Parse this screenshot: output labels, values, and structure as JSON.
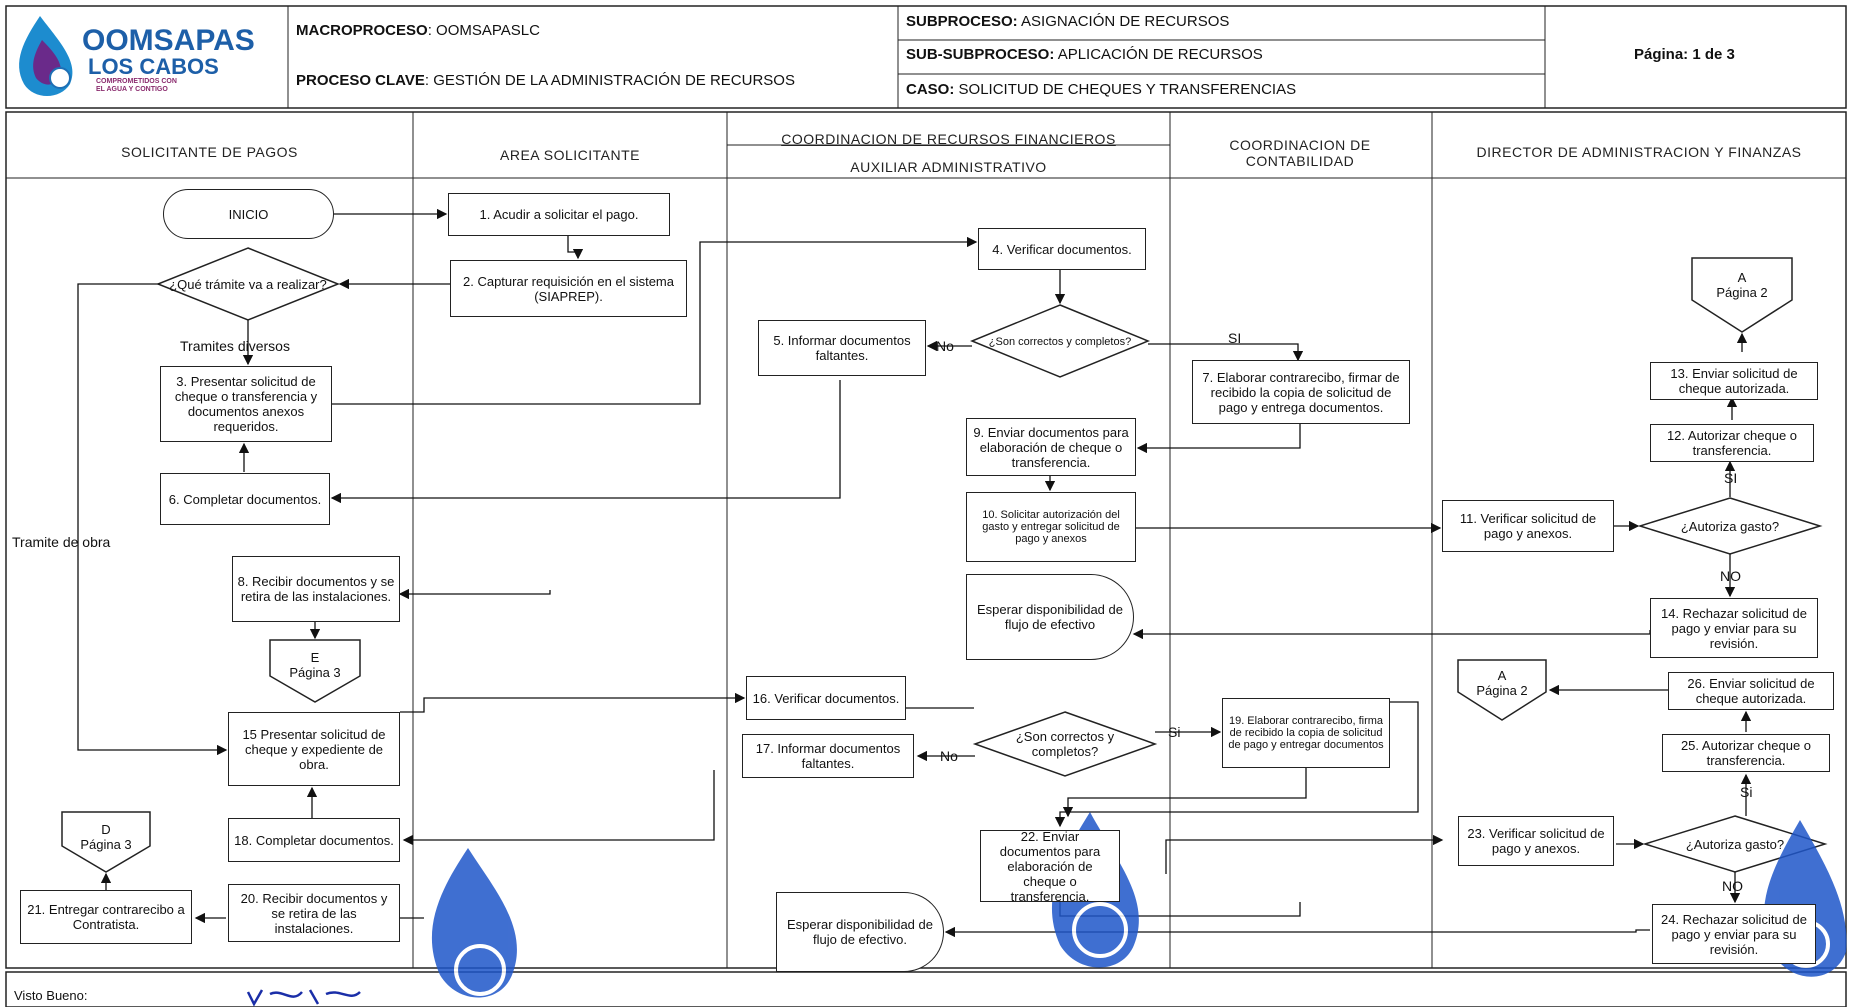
{
  "header": {
    "logo_title": "OOMSAPAS",
    "logo_subtitle": "LOS CABOS",
    "logo_tagline": "COMPROMETIDOS CON EL AGUA Y CONTIGO",
    "macro_label": "MACROPROCESO",
    "macro_value": ": OOMSAPASLC",
    "proceso_label": "PROCESO CLAVE",
    "proceso_value": ": GESTIÓN DE LA ADMINISTRACIÓN DE RECURSOS",
    "subproceso_label": "SUBPROCESO:",
    "subproceso_value": "ASIGNACIÓN DE RECURSOS",
    "subsub_label": "SUB-SUBPROCESO:",
    "subsub_value": "APLICACIÓN DE RECURSOS",
    "caso_label": "CASO:",
    "caso_value": "SOLICITUD DE CHEQUES Y TRANSFERENCIAS",
    "pagina": "Página: 1 de 3"
  },
  "lanes": {
    "solicitante": "SOLICITANTE DE PAGOS",
    "area": "AREA SOLICITANTE",
    "coord_rf": "COORDINACION DE RECURSOS FINANCIEROS",
    "auxiliar": "AUXILIAR ADMINISTRATIVO",
    "contabilidad": "COORDINACION DE CONTABILIDAD",
    "director": "DIRECTOR DE ADMINISTRACION Y FINANZAS"
  },
  "nodes": {
    "inicio": "INICIO",
    "s1": "1. Acudir a solicitar el pago.",
    "s2": "2. Capturar requisición en el sistema (SIAPREP).",
    "d1": "¿Qué trámite va a realizar?",
    "tramites_diversos": "Tramites diversos",
    "tramite_obra": "Tramite de obra",
    "s3": "3. Presentar solicitud de cheque o transferencia y documentos anexos requeridos.",
    "s4": "4. Verificar documentos.",
    "d2": "¿Son correctos y completos?",
    "s5": "5. Informar documentos faltantes.",
    "s6": "6. Completar documentos.",
    "s7": "7. Elaborar contrarecibo, firmar de recibido la copia de solicitud de pago y entrega documentos.",
    "s8": "8. Recibir documentos y se retira de las instalaciones.",
    "s9": "9. Enviar documentos para elaboración de cheque o transferencia.",
    "s10": "10. Solicitar autorización del gasto y entregar solicitud de pago y anexos",
    "s11": "11. Verificar solicitud de pago y anexos.",
    "d3": "¿Autoriza gasto?",
    "s12": "12. Autorizar cheque o transferencia.",
    "s13": "13. Enviar solicitud de cheque autorizada.",
    "s14": "14. Rechazar solicitud de pago y enviar para su revisión.",
    "wait1": "Esperar disponibilidad de flujo de efectivo",
    "conn_e": "E\nPágina 3",
    "conn_a1": "A\nPágina 2",
    "s15": "15 Presentar solicitud de cheque y expediente de obra.",
    "s16": "16. Verificar documentos.",
    "d4": "¿Son correctos y completos?",
    "s17": "17. Informar documentos faltantes.",
    "s18": "18. Completar documentos.",
    "s19": "19. Elaborar contrarecibo, firma de recibido la copia de solicitud de pago y entregar documentos",
    "conn_d": "D\nPágina 3",
    "s20": "20. Recibir documentos y se retira de las instalaciones.",
    "s21": "21. Entregar contrarecibo a Contratista.",
    "s22": "22. Enviar documentos para elaboración de cheque o transferencia.",
    "s23": "23. Verificar solicitud de pago y anexos.",
    "d5": "¿Autoriza gasto?",
    "s24": "24. Rechazar solicitud de pago y enviar para su revisión.",
    "s25": "25. Autorizar cheque o transferencia.",
    "s26": "26. Enviar solicitud de cheque autorizada.",
    "conn_a2": "A\nPágina 2",
    "wait2": "Esperar disponibilidad de flujo de efectivo."
  },
  "labels": {
    "si": "SI",
    "si2": "Si",
    "no": "No",
    "no_upper": "NO"
  },
  "footer": {
    "visto_bueno": "Visto Bueno:"
  }
}
